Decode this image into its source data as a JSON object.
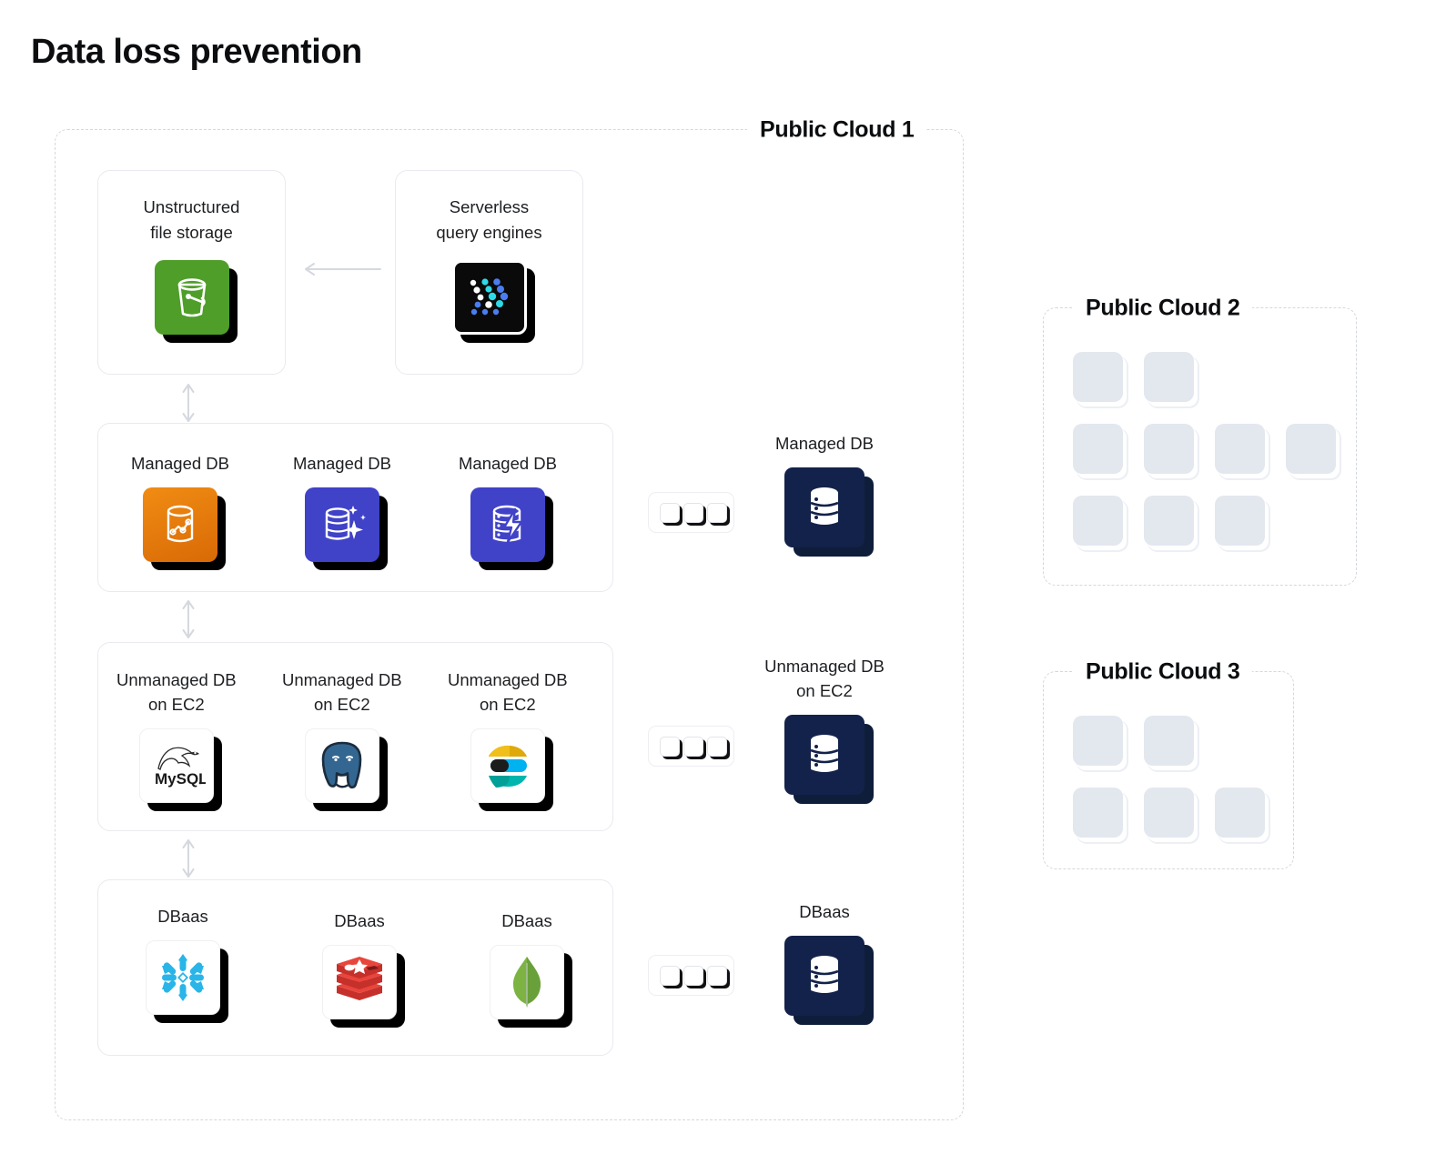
{
  "title": "Data loss prevention",
  "clouds": {
    "cloud1": {
      "label": "Public Cloud 1"
    },
    "cloud2": {
      "label": "Public Cloud 2",
      "tile_rows": [
        2,
        4,
        3
      ]
    },
    "cloud3": {
      "label": "Public Cloud 3",
      "tile_rows": [
        2,
        3
      ]
    }
  },
  "top_nodes": [
    {
      "label": "Unstructured\nfile storage",
      "icon": "s3-bucket-icon"
    },
    {
      "label": "Serverless\nquery engines",
      "icon": "athena-icon"
    }
  ],
  "rows": [
    {
      "id": "managed-db",
      "items": [
        {
          "label": "Managed DB",
          "icon": "aws-rds-icon"
        },
        {
          "label": "Managed DB",
          "icon": "azure-sql-icon"
        },
        {
          "label": "Managed DB",
          "icon": "gcp-spanner-icon"
        }
      ],
      "right": {
        "label": "Managed DB",
        "icon": "database-stack-icon"
      }
    },
    {
      "id": "unmanaged-db-ec2",
      "items": [
        {
          "label": "Unmanaged DB\non EC2",
          "icon": "mysql-icon"
        },
        {
          "label": "Unmanaged DB\non EC2",
          "icon": "postgresql-icon"
        },
        {
          "label": "Unmanaged DB\non EC2",
          "icon": "elasticsearch-icon"
        }
      ],
      "right": {
        "label": "Unmanaged DB\non EC2",
        "icon": "database-stack-icon"
      }
    },
    {
      "id": "dbaas",
      "items": [
        {
          "label": "DBaas",
          "icon": "snowflake-icon"
        },
        {
          "label": "DBaas",
          "icon": "redis-icon"
        },
        {
          "label": "DBaas",
          "icon": "mongodb-icon"
        }
      ],
      "right": {
        "label": "DBaas",
        "icon": "database-stack-icon"
      }
    }
  ],
  "colors": {
    "dark_db": "#13224a",
    "s3_green": "#4f9e29",
    "athena_black": "#0a0a0a",
    "rds_orange": "#e8820c",
    "azure_blue": "#4042c8",
    "gcp_blue": "#4042c8",
    "snowflake_blue": "#29b5e8",
    "redis_red": "#d82c20",
    "mongo_green": "#73a93f",
    "elastic_yellow": "#f0bf1a",
    "elastic_teal": "#00a9a7",
    "tile_grey": "#e3e7ee",
    "dashed_border": "#d4d7dd"
  }
}
